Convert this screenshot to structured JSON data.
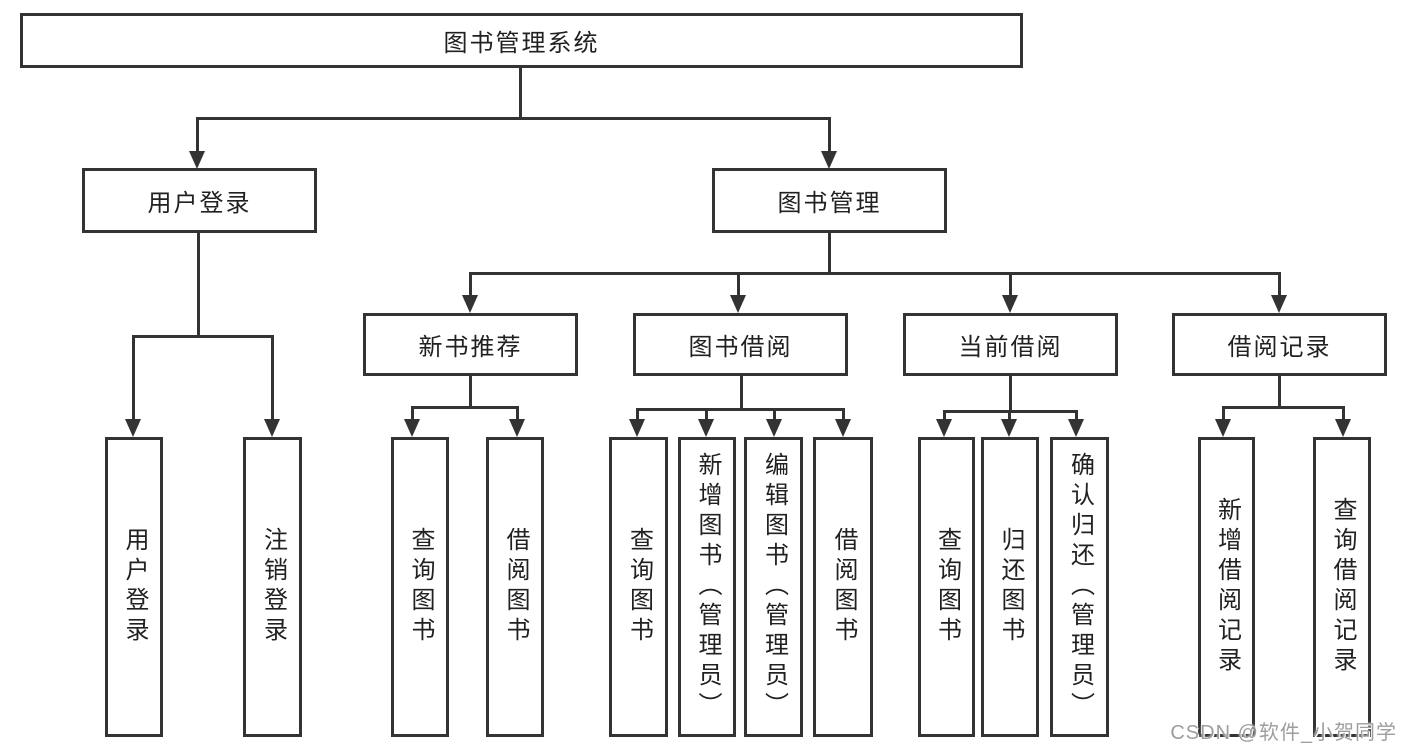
{
  "diagram": {
    "watermark": "CSDN @软件_小贺同学",
    "colors": {
      "line": "#333333",
      "text": "#212121",
      "background": "#ffffff",
      "watermark": "#9e9e9e"
    },
    "tree": {
      "root": {
        "label": "图书管理系统"
      },
      "children": [
        {
          "label": "用户登录",
          "children": [
            {
              "label": "用户登录"
            },
            {
              "label": "注销登录"
            }
          ]
        },
        {
          "label": "图书管理",
          "children": [
            {
              "label": "新书推荐",
              "children": [
                {
                  "label": "查询图书"
                },
                {
                  "label": "借阅图书"
                }
              ]
            },
            {
              "label": "图书借阅",
              "children": [
                {
                  "label": "查询图书"
                },
                {
                  "label": "新增图书（管理员）"
                },
                {
                  "label": "编辑图书（管理员）"
                },
                {
                  "label": "借阅图书"
                }
              ]
            },
            {
              "label": "当前借阅",
              "children": [
                {
                  "label": "查询图书"
                },
                {
                  "label": "归还图书"
                },
                {
                  "label": "确认归还（管理员）"
                }
              ]
            },
            {
              "label": "借阅记录",
              "children": [
                {
                  "label": "新增借阅记录"
                },
                {
                  "label": "查询借阅记录"
                }
              ]
            }
          ]
        }
      ]
    }
  }
}
